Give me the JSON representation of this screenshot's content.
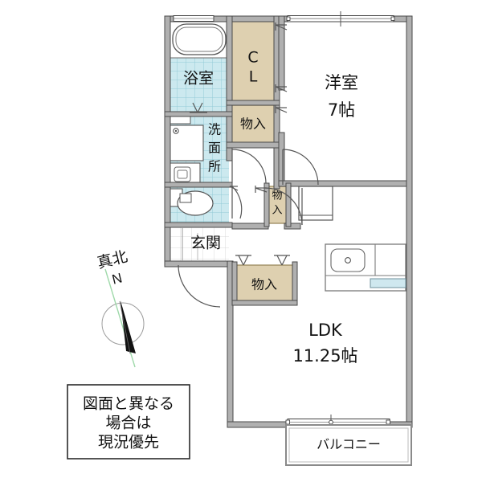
{
  "document": {
    "type": "floor-plan",
    "layout_name": "1LDK"
  },
  "colors": {
    "wall": "#b0b0b0",
    "wall_outline": "#4a4a4a",
    "closet_fill": "#ded0b0",
    "closet_stroke": "#8a7a52",
    "tile_fill": "#cce9ef",
    "tile_grid": "#8fc8d6",
    "fixture_stroke": "#555555",
    "line": "#333333",
    "sink_blue": "#cfe8ef",
    "compass_green": "#8fd39a",
    "text": "#111111",
    "background": "#ffffff"
  },
  "rooms": [
    {
      "id": "bathroom",
      "name": "浴室",
      "label": "浴室",
      "size": ""
    },
    {
      "id": "washroom",
      "name": "洗面所",
      "label": "洗面所",
      "size": ""
    },
    {
      "id": "toilet",
      "name": "トイレ",
      "label": "",
      "size": ""
    },
    {
      "id": "entrance",
      "name": "玄関",
      "label": "玄関",
      "size": ""
    },
    {
      "id": "western",
      "name": "洋室",
      "label": "洋室",
      "size": "7帖"
    },
    {
      "id": "ldk",
      "name": "LDK",
      "label": "LDK",
      "size": "11.25帖"
    },
    {
      "id": "balcony",
      "name": "バルコニー",
      "label": "バルコニー",
      "size": ""
    }
  ],
  "storage": [
    {
      "id": "closet-cl",
      "label_line1": "C",
      "label_line2": "L"
    },
    {
      "id": "storage-upper",
      "label": "物入"
    },
    {
      "id": "storage-mid",
      "label": "物入"
    },
    {
      "id": "storage-lower",
      "label": "物入"
    }
  ],
  "labels": {
    "bathroom": "浴室",
    "washroom": "洗面所",
    "entrance": "玄関",
    "western_room": "洋室",
    "western_room_size": "7帖",
    "ldk": "LDK",
    "ldk_size": "11.25帖",
    "balcony": "バルコニー",
    "closet_cl_line1": "C",
    "closet_cl_line2": "L",
    "storage_upper": "物入",
    "storage_mid": "物入",
    "storage_lower": "物入"
  },
  "compass": {
    "title": "真北",
    "north_letter": "N"
  },
  "note": {
    "line1": "図面と異なる",
    "line2": "場合は",
    "line3": "現況優先"
  },
  "fixtures": [
    {
      "id": "bathtub",
      "name": "bathtub"
    },
    {
      "id": "vanity-sink",
      "name": "vanity-sink"
    },
    {
      "id": "washer-space",
      "name": "washing-machine-space"
    },
    {
      "id": "toilet-bowl",
      "name": "toilet-bowl"
    },
    {
      "id": "kitchen-stove",
      "name": "kitchen-stove"
    },
    {
      "id": "kitchen-sink",
      "name": "kitchen-sink"
    },
    {
      "id": "refrigerator",
      "name": "refrigerator-space"
    }
  ],
  "openings": {
    "windows": 4,
    "doors": 6,
    "sliding_doors": 3
  }
}
